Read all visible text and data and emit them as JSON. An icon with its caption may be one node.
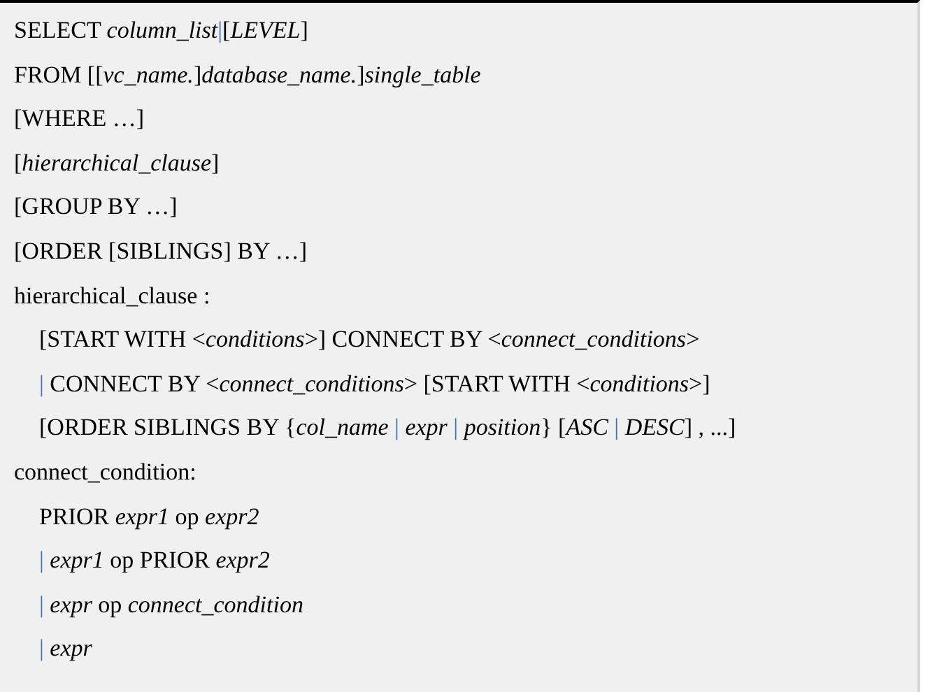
{
  "diagram": {
    "labels": [
      "SELECT *column_list*|[*LEVEL*]",
      "FROM [[*vc_name.*]*database_name.*]*single_table*",
      "[WHERE …]",
      "[*hierarchical_clause*]",
      "[GROUP BY …]",
      "[ORDER [SIBLINGS] BY …]",
      "hierarchical_clause :",
      "[START WITH <*conditions*>] CONNECT BY <*connect_conditions*>",
      "| CONNECT BY <*connect_conditions*> [START WITH <*conditions*>]",
      "[ORDER SIBLINGS BY {*col_name* | *expr* | *position*} [*ASC* | *DESC*] , ...]",
      "connect_condition:",
      "PRIOR *expr1* op *expr2*",
      "| *expr1* op PRIOR *expr2*",
      "| *expr* op *connect_condition*",
      "| *expr*"
    ]
  }
}
